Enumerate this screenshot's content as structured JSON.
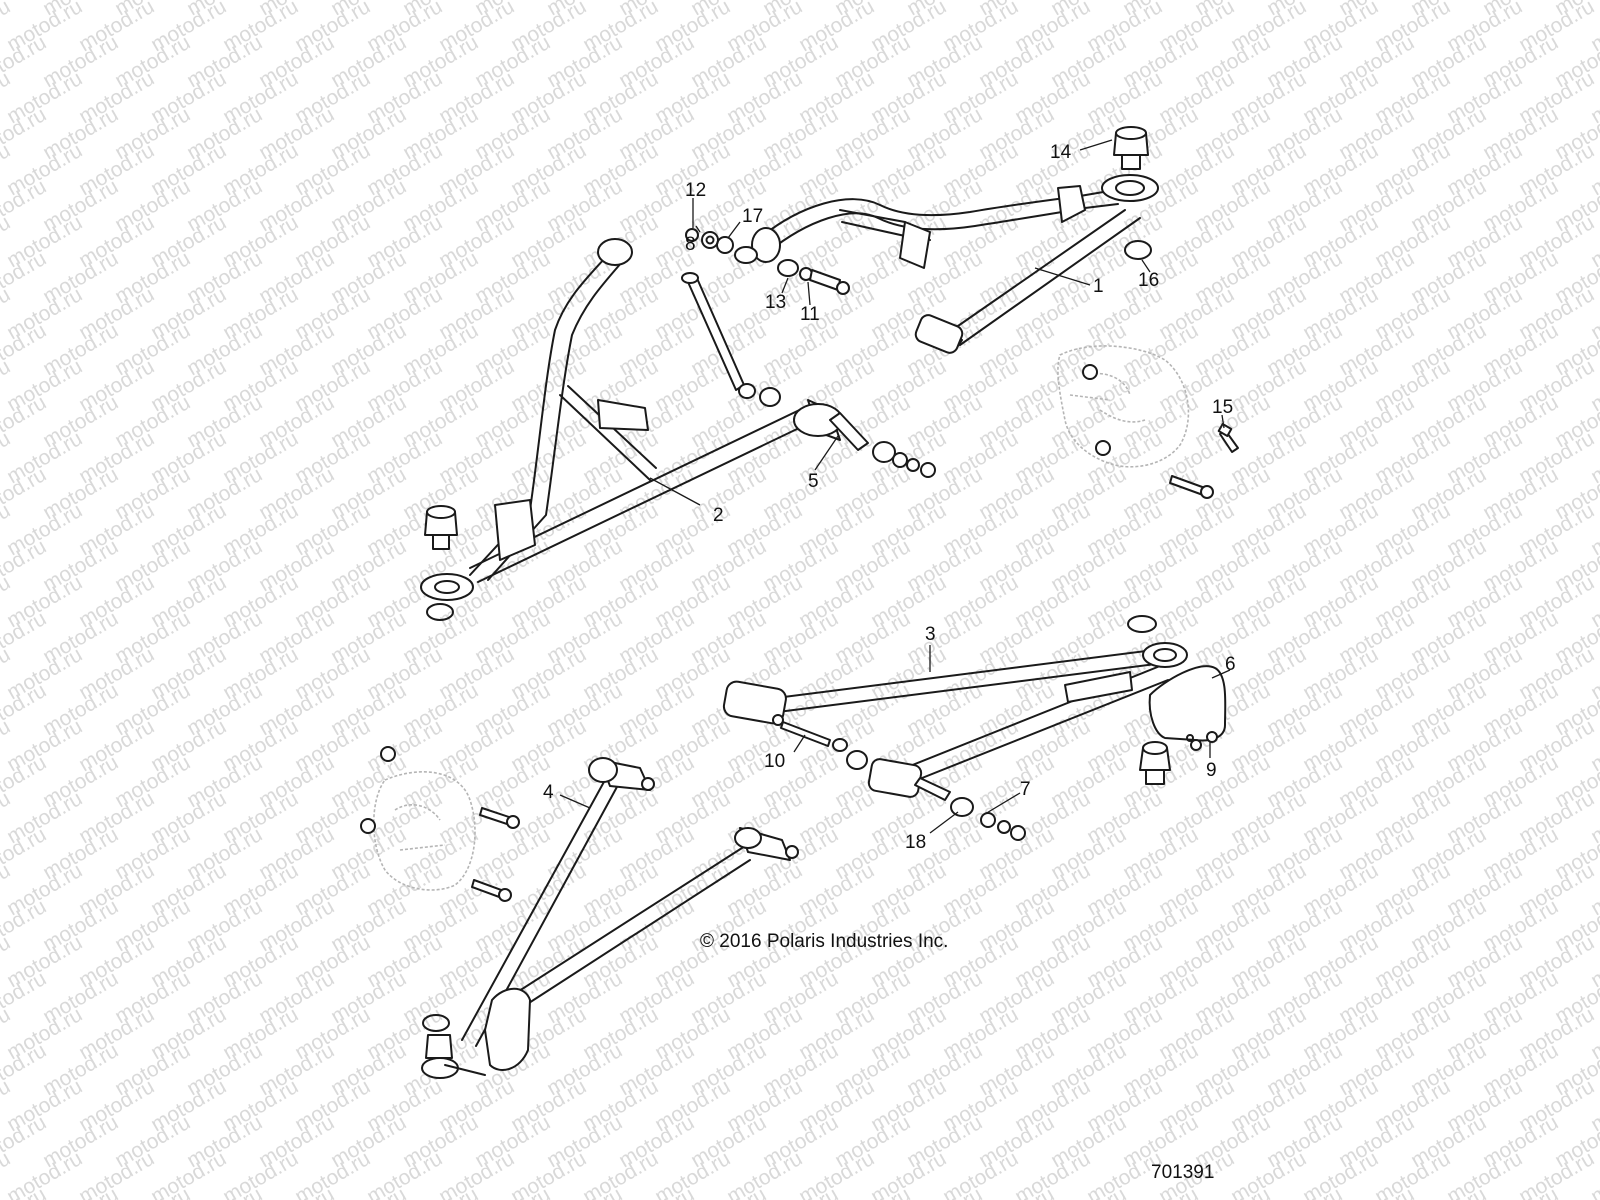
{
  "watermark": "motod.ru",
  "copyright": "© 2016 Polaris Industries Inc.",
  "document_number": "701391",
  "callouts": [
    "1",
    "2",
    "3",
    "4",
    "5",
    "6",
    "7",
    "8",
    "9",
    "10",
    "11",
    "12",
    "13",
    "14",
    "15",
    "16",
    "17",
    "18"
  ],
  "colors": {
    "line": "#1a1a1a",
    "watermark": "#d9d9d9",
    "ghost": "#b5b5b5"
  }
}
